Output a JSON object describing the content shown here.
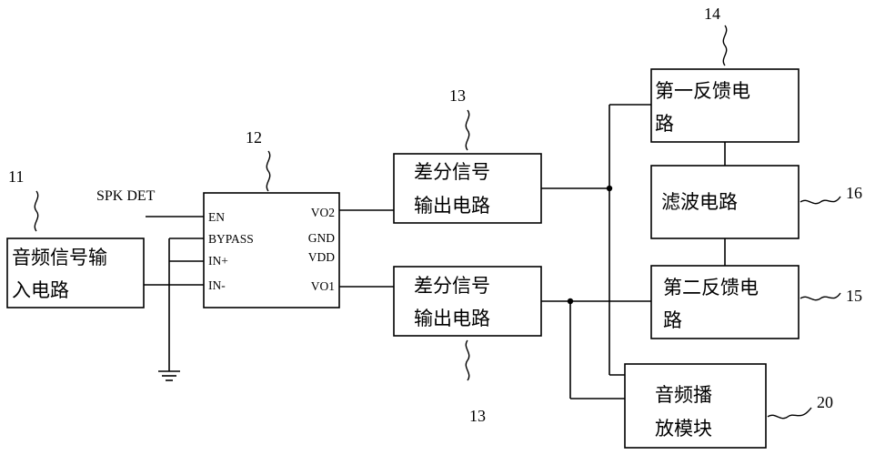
{
  "blocks": {
    "audio_input": {
      "line1": "音频信号输",
      "line2": "入电路",
      "ref": "11"
    },
    "amp_chip": {
      "ref": "12",
      "pins_left": [
        "EN",
        "BYPASS",
        "IN+",
        "IN-"
      ],
      "pins_right": [
        "VO2",
        "GND",
        "VDD",
        "VO1"
      ]
    },
    "diff_out_top": {
      "line1": "差分信号",
      "line2": "输出电路",
      "ref": "13"
    },
    "diff_out_bottom": {
      "line1": "差分信号",
      "line2": "输出电路",
      "ref": "13"
    },
    "feedback_1": {
      "line1": "第一反馈电",
      "line2": "路",
      "ref": "14"
    },
    "filter": {
      "label": "滤波电路",
      "ref": "16"
    },
    "feedback_2": {
      "line1": "第二反馈电",
      "line2": "路",
      "ref": "15"
    },
    "audio_play": {
      "line1": "音频播",
      "line2": "放模块",
      "ref": "20"
    }
  },
  "signal_label": "SPK  DET"
}
